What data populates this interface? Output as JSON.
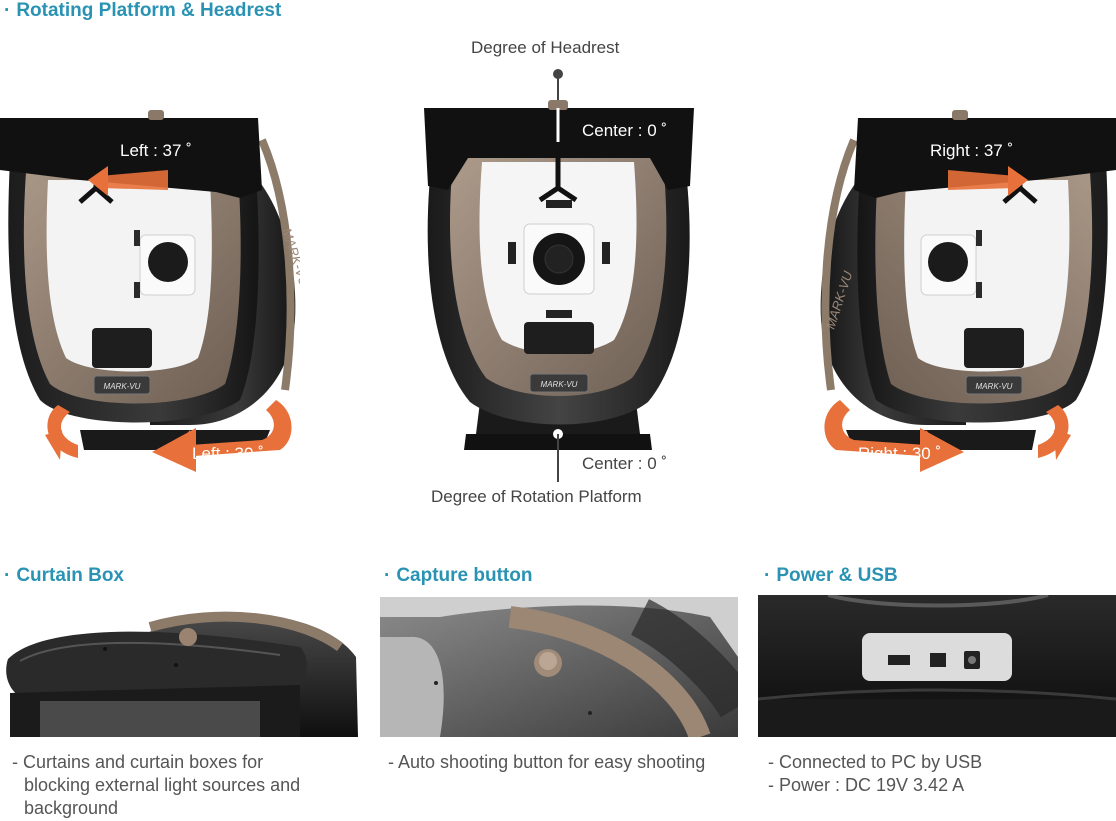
{
  "sections": {
    "rotating": {
      "dot": "·",
      "title": "Rotating Platform & Headrest"
    },
    "curtain": {
      "dot": "·",
      "title": "Curtain Box"
    },
    "capture": {
      "dot": "·",
      "title": "Capture button"
    },
    "power": {
      "dot": "·",
      "title": "Power & USB"
    }
  },
  "devices": {
    "left": {
      "headrest_label": "Left : 37 ˚",
      "platform_label": "Left : 30 ˚",
      "brand_badge": "MARK-VU",
      "side_brand": "MARK-VU"
    },
    "center": {
      "top_caption": "Degree of Headrest",
      "headrest_label": "Center : 0 ˚",
      "platform_label": "Center : 0 ˚",
      "bottom_caption": "Degree of Rotation Platform",
      "brand_badge": "MARK-VU"
    },
    "right": {
      "headrest_label": "Right : 37 ˚",
      "platform_label": "Right : 30 ˚",
      "brand_badge": "MARK-VU",
      "side_brand": "MARK-VU"
    }
  },
  "captions": {
    "curtain": [
      "- Curtains and curtain boxes for",
      "  blocking external light sources and",
      "  background"
    ],
    "capture": [
      "- Auto shooting button for easy shooting"
    ],
    "power": [
      "- Connected to PC by USB",
      "- Power : DC 19V 3.42 A"
    ]
  },
  "colors": {
    "accent": "#2a93b4",
    "arrow": "#e8703a",
    "bronze": "#8d7b6a",
    "body": "#2b2b2b"
  }
}
